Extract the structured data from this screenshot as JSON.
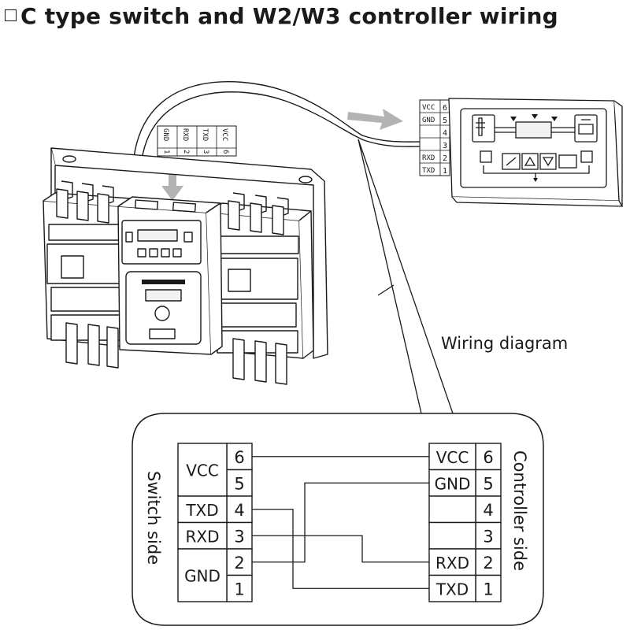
{
  "title": "C type switch and W2/W3 controller wiring",
  "wiring_diagram_label": "Wiring diagram",
  "switch_side_label": "Switch side",
  "controller_side_label": "Controller side",
  "switch_terminals": [
    {
      "num": "6",
      "name": "VCC"
    },
    {
      "num": "5",
      "name": ""
    },
    {
      "num": "4",
      "name": "TXD"
    },
    {
      "num": "3",
      "name": "RXD"
    },
    {
      "num": "2",
      "name": "GND"
    },
    {
      "num": "1",
      "name": ""
    }
  ],
  "controller_terminals": [
    {
      "num": "6",
      "name": "VCC"
    },
    {
      "num": "5",
      "name": "GND"
    },
    {
      "num": "4",
      "name": ""
    },
    {
      "num": "3",
      "name": ""
    },
    {
      "num": "2",
      "name": "RXD"
    },
    {
      "num": "1",
      "name": "TXD"
    }
  ],
  "connections": [
    {
      "from": "6",
      "to": "6"
    },
    {
      "from": "2",
      "to": "5"
    },
    {
      "from": "4",
      "to": "1"
    },
    {
      "from": "3",
      "to": "2"
    }
  ],
  "top_controller_terminals": [
    {
      "num": "6",
      "name": "VCC"
    },
    {
      "num": "5",
      "name": "GND"
    },
    {
      "num": "4",
      "name": ""
    },
    {
      "num": "3",
      "name": ""
    },
    {
      "num": "2",
      "name": "RXD"
    },
    {
      "num": "1",
      "name": "TXD"
    }
  ],
  "switch_connector_terminals": [
    {
      "num": "1",
      "name": "GND"
    },
    {
      "num": "2",
      "name": "RXD"
    },
    {
      "num": "3",
      "name": "TXD"
    },
    {
      "num": "6",
      "name": "VCC"
    }
  ],
  "colors": {
    "line": "#1a1a1a",
    "arrow": "#b3b3b3",
    "panel": "#f2f2f2"
  }
}
